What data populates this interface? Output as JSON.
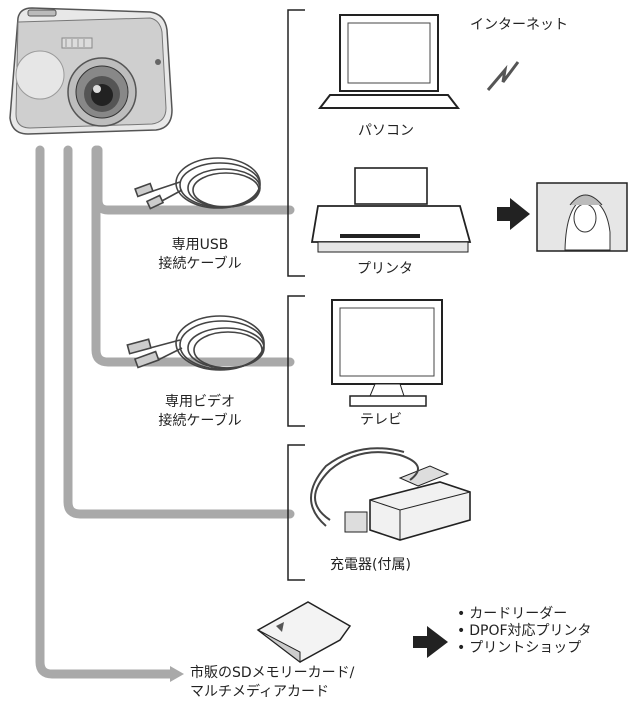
{
  "labels": {
    "internet": "インターネット",
    "pc": "パソコン",
    "printer": "プリンタ",
    "tv": "テレビ",
    "usb_cable_line1": "専用USB",
    "usb_cable_line2": "接続ケーブル",
    "video_cable_line1": "専用ビデオ",
    "video_cable_line2": "接続ケーブル",
    "charger": "充電器(付属)",
    "sd_line1": "市販のSDメモリーカード/",
    "sd_line2": "マルチメディアカード"
  },
  "sd_uses": [
    "カードリーダー",
    "DPOF対応プリンタ",
    "プリントショップ"
  ],
  "bullet": "•",
  "colors": {
    "connector": "#a9a9a9",
    "bracket": "#222222",
    "arrow": "#222222"
  }
}
